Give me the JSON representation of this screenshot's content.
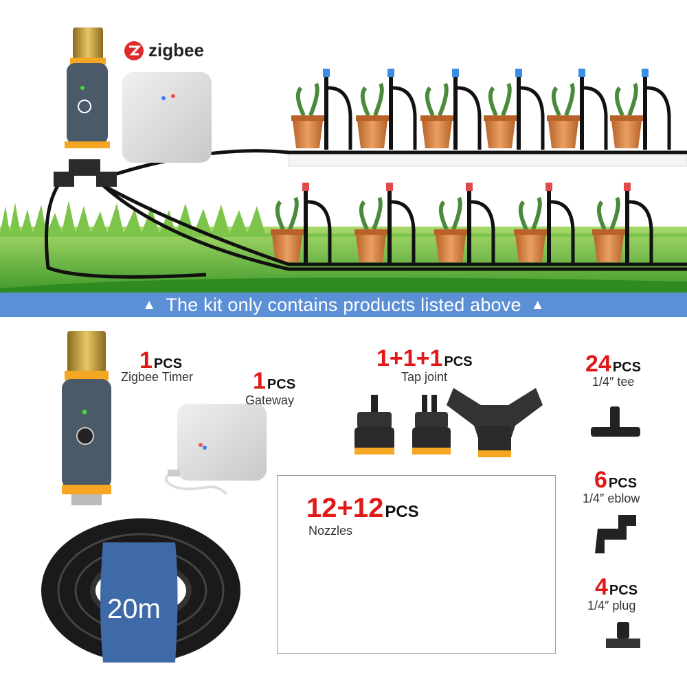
{
  "brand": {
    "name": "zigbee"
  },
  "banner": {
    "text": "The kit only contains products listed above",
    "left_arrow": "▲",
    "right_arrow": "▲"
  },
  "items": {
    "timer": {
      "qty": "1",
      "unit": "PCS",
      "label": "Zigbee Timer"
    },
    "gateway": {
      "qty": "1",
      "unit": "PCS",
      "label": "Gateway"
    },
    "tap_joint": {
      "qty": "1+1+1",
      "unit": "PCS",
      "label": "Tap joint"
    },
    "tee": {
      "qty": "24",
      "unit": "PCS",
      "label": "1/4″ tee"
    },
    "elbow": {
      "qty": "6",
      "unit": "PCS",
      "label": "1/4″ eblow"
    },
    "plug": {
      "qty": "4",
      "unit": "PCS",
      "label": "1/4″ plug"
    },
    "nozzles": {
      "qty": "12+12",
      "unit": "PCS",
      "label": "Nozzles"
    },
    "tubing": {
      "label": "20m"
    }
  },
  "colors": {
    "banner": "#5b8fd6",
    "accent_red": "#e01818",
    "grass": "#5fb83a",
    "pot": "#d9853b",
    "timer_body": "#4a5a68",
    "timer_accent": "#f5a623"
  },
  "icons": [
    "zigbee-logo-icon",
    "power-button-icon",
    "led-indicator-icon"
  ]
}
